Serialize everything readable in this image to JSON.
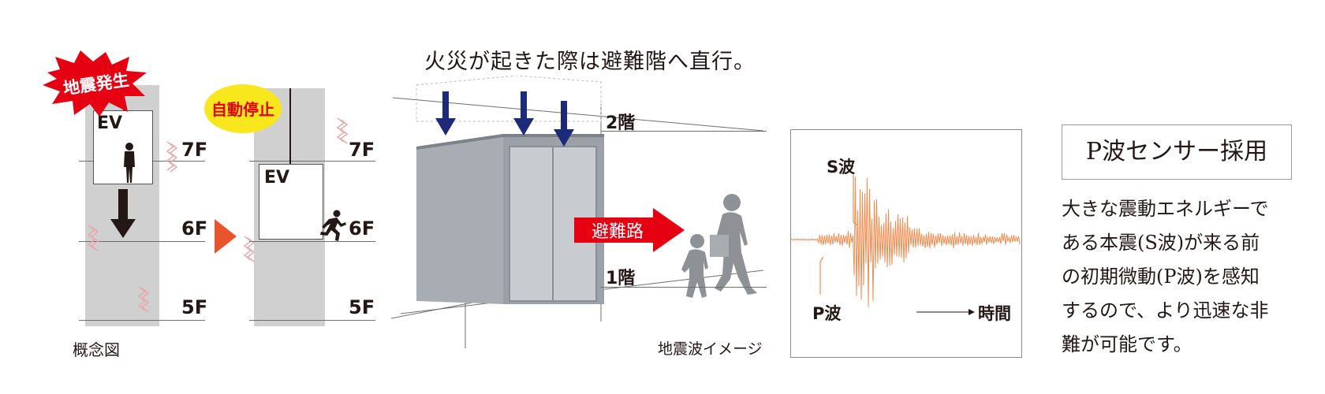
{
  "left_diagram": {
    "burst_label": "地震発生",
    "oval_label": "自動停止",
    "ev_label": "EV",
    "floors": [
      "7F",
      "6F",
      "5F"
    ],
    "caption": "概念図"
  },
  "middle_diagram": {
    "heading": "火災が起きた際は避難階へ直行。",
    "floor_upper": "2階",
    "floor_lower": "1階",
    "evac_label": "避難路"
  },
  "wave_panel": {
    "caption": "地震波イメージ",
    "s_wave_label": "S波",
    "p_wave_label": "P波",
    "time_label": "時間"
  },
  "info": {
    "title": "P波センサー採用",
    "body_lines": [
      "大きな震動エネルギーで",
      "ある本震(S波)が来る前",
      "の初期微動(P波)を感知",
      "するので、より迅速な非",
      "難が可能です。"
    ]
  },
  "colors": {
    "burst_red": "#e50012",
    "oval_yellow": "#f8e71c",
    "arrow_orange": "#e8542d",
    "arrow_red": "#e50012",
    "navy_arrow": "#1d2a7a",
    "shaft_gray": "#d0d0d0",
    "wave_orange": "#f08c50"
  }
}
